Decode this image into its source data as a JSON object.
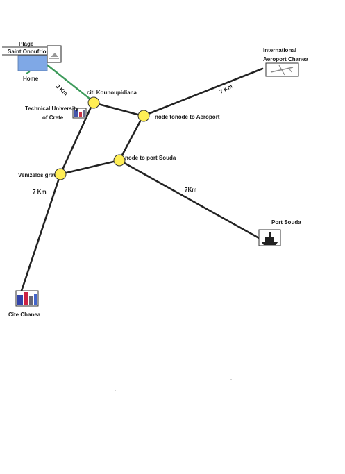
{
  "labels": {
    "plage": "Plage",
    "saint_onoufrio": "Saint Onoufrio",
    "home": "Home",
    "airport_line1": "International",
    "airport_line2": "Aeroport Chanea",
    "citi_kounoupidiana": "citi  Kounoupidiana",
    "tuc_line1": "Technical University",
    "tuc_line2": "of Crete",
    "node_airport": "node tonode to Aeroport",
    "node_souda": "node  to port Souda",
    "venizelos": "Venizelos grav",
    "port_souda": "Port Souda",
    "cite_chanea": "Cite Chanea"
  },
  "distances": {
    "home_to_kounoupidiana": "3 Km",
    "node_to_airport": "7 Km",
    "venizelos_to_chanea": "7 Km",
    "node_to_souda": "7Km"
  },
  "colors": {
    "node_fill": "#ffee55",
    "road": "#222222",
    "home_link": "#3c9a5a",
    "home_box": "#7fa8e6"
  },
  "icons": {
    "beach": "beach-photo-icon",
    "airport": "airplane-icon",
    "university": "university-building-icon",
    "port": "ship-icon",
    "city": "city-buildings-icon"
  }
}
